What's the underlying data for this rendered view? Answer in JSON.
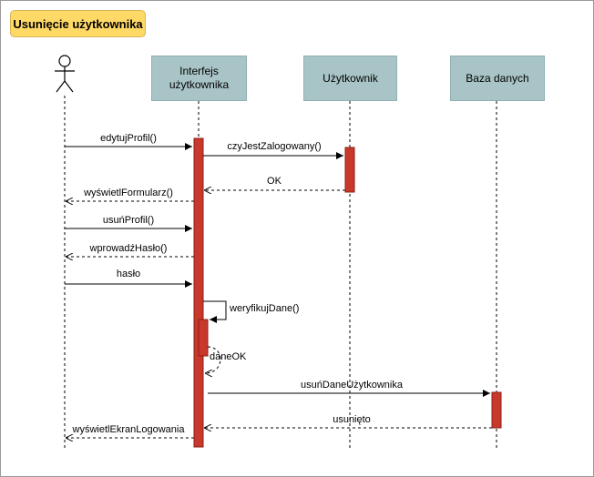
{
  "title": "Usunięcie użytkownika",
  "participants": {
    "interface_line1": "Interfejs",
    "interface_line2": "użytkownika",
    "user": "Użytkownik",
    "database": "Baza danych"
  },
  "messages": {
    "m1": "edytujProfil()",
    "m2": "czyJestZalogowany()",
    "m3": "OK",
    "m4": "wyświetlFormularz()",
    "m5": "usuńProfil()",
    "m6": "wprowadźHasło()",
    "m7": "hasło",
    "m8": "weryfikujDane()",
    "m9": "daneOK",
    "m10": "usuńDaneUżytkownika",
    "m11": "usunięto",
    "m12": "wyświetlEkranLogowania"
  },
  "colors": {
    "title_fill": "#ffd966",
    "participant_fill": "#a9c4c6",
    "activation_fill": "#c9392b"
  }
}
